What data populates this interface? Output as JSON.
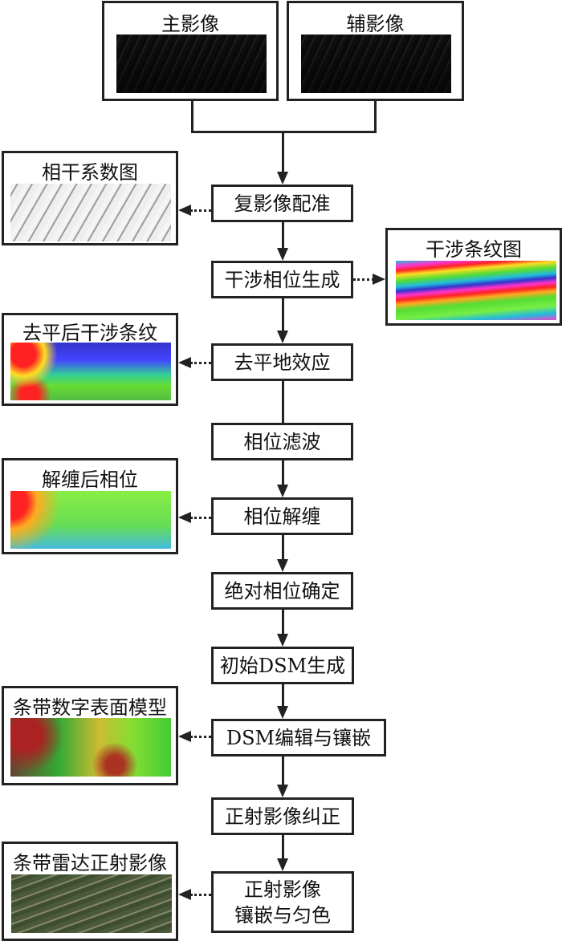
{
  "inputs": {
    "master": "主影像",
    "slave": "辅影像"
  },
  "steps": [
    "复影像配准",
    "干涉相位生成",
    "去平地效应",
    "相位滤波",
    "相位解缠",
    "绝对相位确定",
    "初始DSM生成",
    "DSM编辑与镶嵌",
    "正射影像纠正"
  ],
  "final_step": {
    "line1": "正射影像",
    "line2": "镶嵌与匀色"
  },
  "products": {
    "coherence": "相干系数图",
    "interferogram": "干涉条纹图",
    "flattened": "去平后干涉条纹",
    "unwrapped": "解缠后相位",
    "dsm": "条带数字表面模型",
    "ortho": "条带雷达正射影像"
  }
}
